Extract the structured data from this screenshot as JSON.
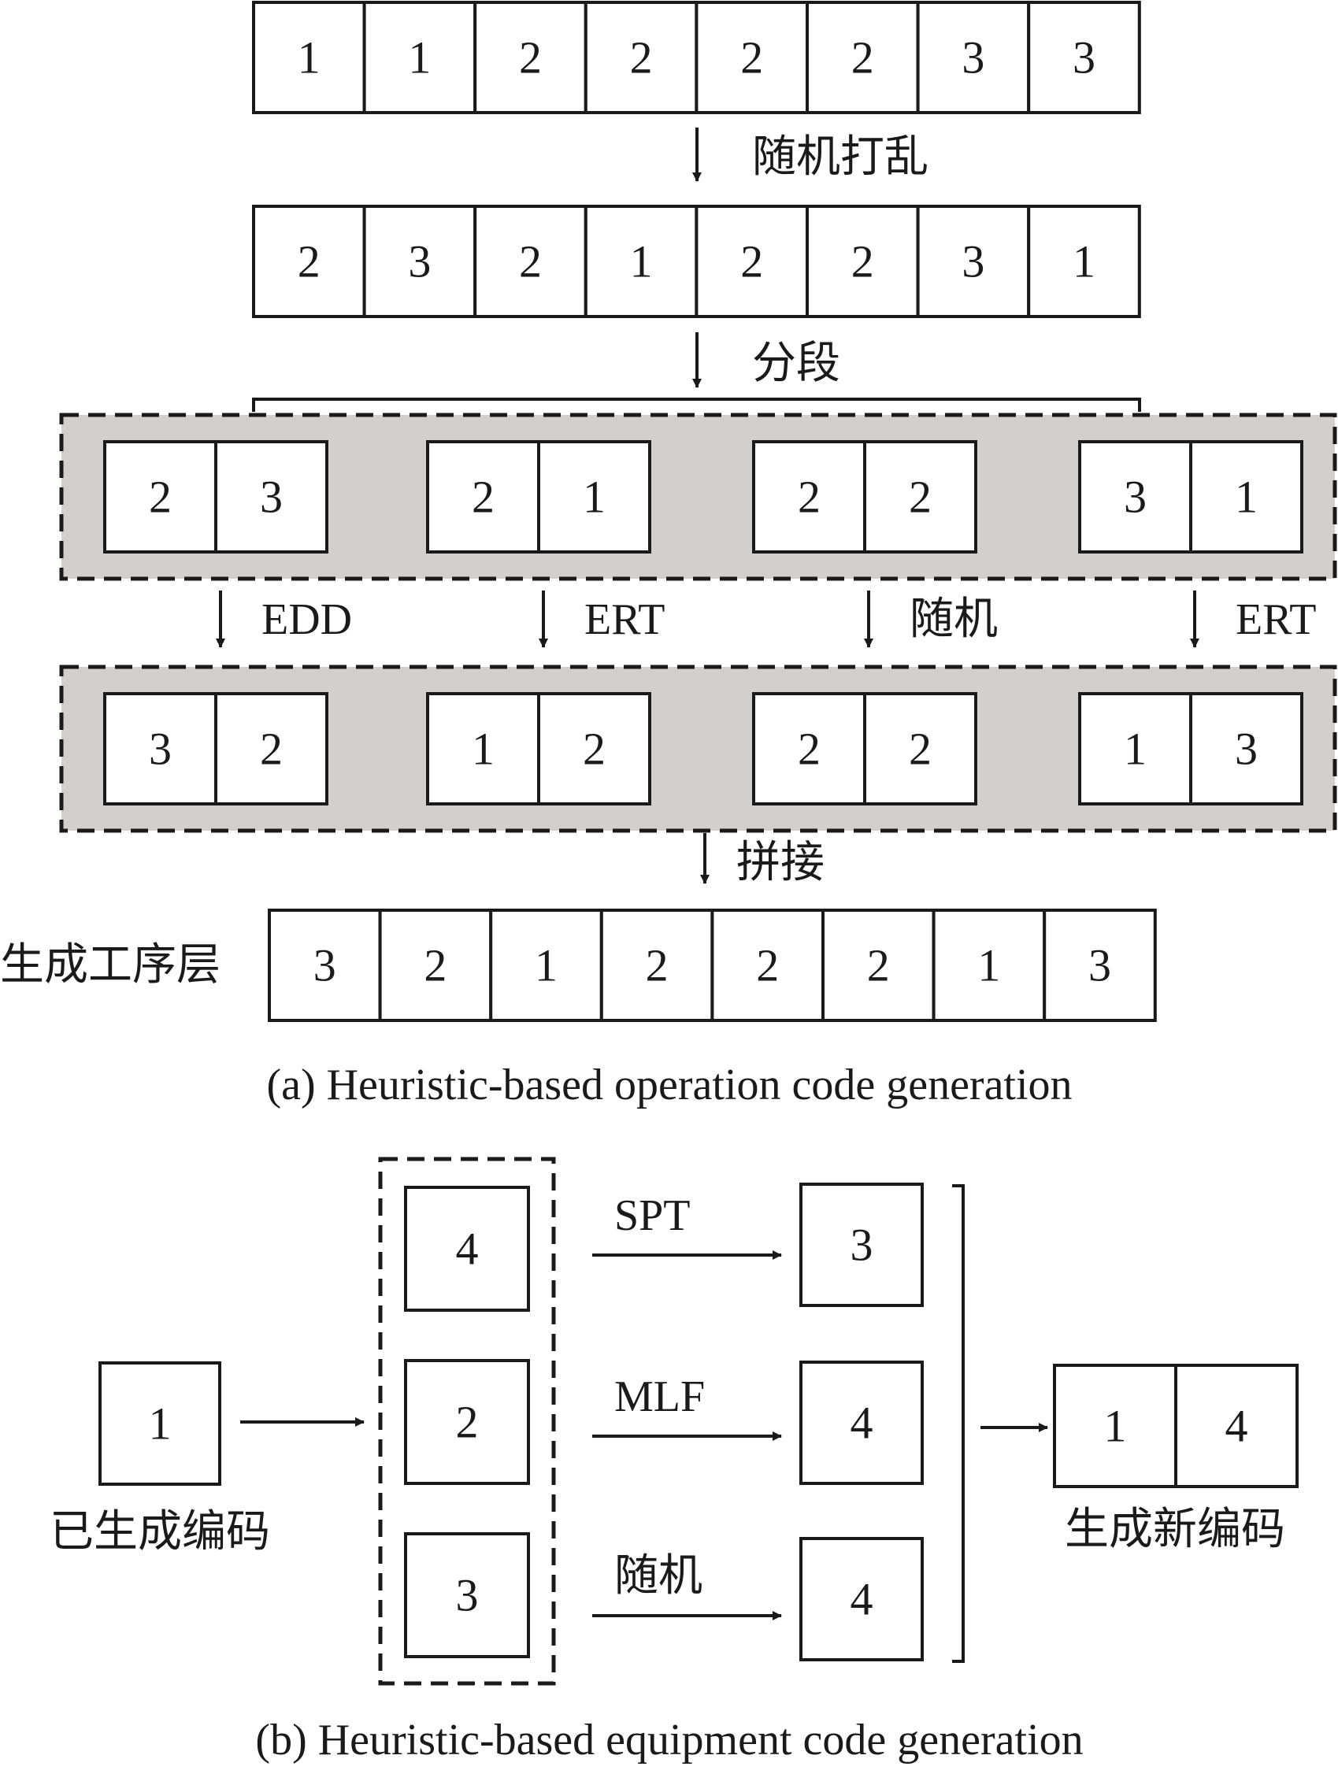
{
  "part_a": {
    "row1": [
      "1",
      "1",
      "2",
      "2",
      "2",
      "2",
      "3",
      "3"
    ],
    "step_shuffle": "随机打乱",
    "row2": [
      "2",
      "3",
      "2",
      "1",
      "2",
      "2",
      "3",
      "1"
    ],
    "step_segment": "分段",
    "segments_before": [
      [
        "2",
        "3"
      ],
      [
        "2",
        "1"
      ],
      [
        "2",
        "2"
      ],
      [
        "3",
        "1"
      ]
    ],
    "rules": [
      "EDD",
      "ERT",
      "随机",
      "ERT"
    ],
    "segments_after": [
      [
        "3",
        "2"
      ],
      [
        "1",
        "2"
      ],
      [
        "2",
        "2"
      ],
      [
        "1",
        "3"
      ]
    ],
    "step_concat": "拼接",
    "result_label": "生成工序层",
    "result_row": [
      "3",
      "2",
      "1",
      "2",
      "2",
      "2",
      "1",
      "3"
    ],
    "caption": "(a) Heuristic-based operation code generation"
  },
  "part_b": {
    "existing_value": "1",
    "existing_label": "已生成编码",
    "candidates": [
      "4",
      "2",
      "3"
    ],
    "rules": [
      "SPT",
      "MLF",
      "随机"
    ],
    "outcomes": [
      "3",
      "4",
      "4"
    ],
    "new_code": [
      "1",
      "4"
    ],
    "new_label": "生成新编码",
    "caption": "(b) Heuristic-based equipment code generation"
  }
}
